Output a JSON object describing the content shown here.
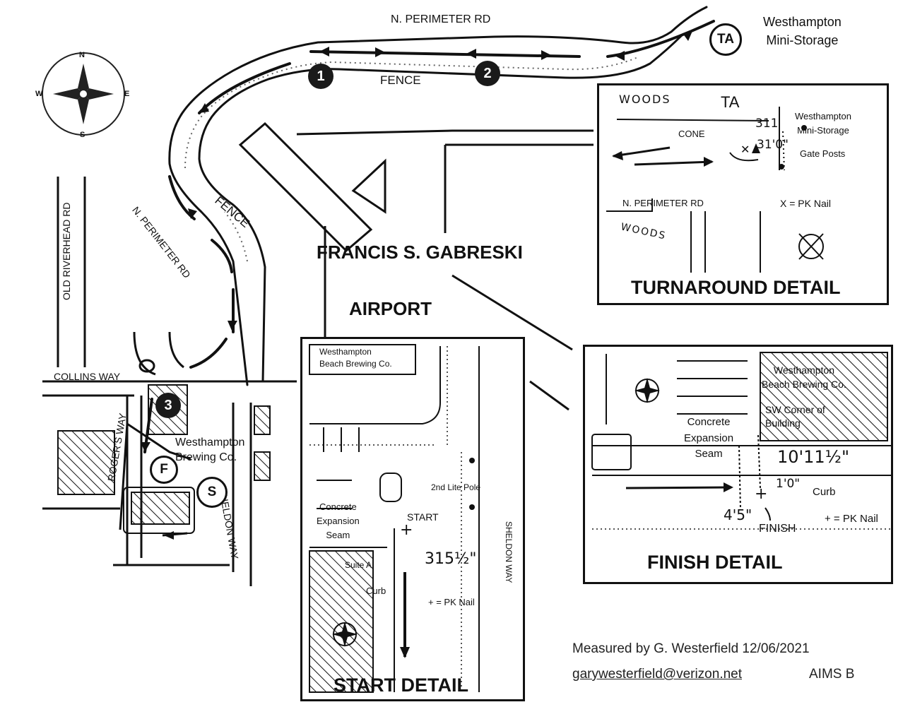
{
  "map": {
    "road_labels": {
      "n_perimeter_top": "N. PERIMETER RD",
      "n_perimeter_diag": "N. PERIMETER RD",
      "old_riverhead": "OLD RIVERHEAD RD",
      "collins_way": "COLLINS WAY",
      "rogers_way": "ROGER'S WAY",
      "sheldon_way": "SHELDON WAY"
    },
    "fence_labels": [
      "FENCE",
      "FENCE"
    ],
    "airport_name_line1": "FRANCIS S. GABRESKI",
    "airport_name_line2": "AIRPORT",
    "westhampton_mini_storage": "Westhampton\nMini-Storage",
    "westhampton_brewing": "Westhampton\nBrewing Co.",
    "compass_letters": {
      "n": "N",
      "s": "S",
      "e": "E",
      "w": "W"
    },
    "markers": {
      "m1": "1",
      "m2": "2",
      "m3": "3",
      "turnaround": "TA",
      "finish": "F",
      "start": "S"
    }
  },
  "turnaround_detail": {
    "title": "TURNAROUND DETAIL",
    "woods_top": "WOODS",
    "ta": "TA",
    "storage": "Westhampton\nMini-Storage",
    "cone": "CONE",
    "m311": "311",
    "m310": "31'0\"",
    "gate_posts": "Gate Posts",
    "road": "N. PERIMETER RD",
    "pk_nail": "X = PK Nail",
    "woods_bottom": "WOODS"
  },
  "start_detail": {
    "title": "START DETAIL",
    "brewing": "Westhampton\nBeach Brewing Co.",
    "lite_pole": "2nd Lite Pole",
    "seam": "Concrete\nExpansion\nSeam",
    "start": "START",
    "distance": "315½\"",
    "suite": "Suite A",
    "curb": "Curb",
    "pk_nail": "+ = PK Nail",
    "road": "SHELDON WAY"
  },
  "finish_detail": {
    "title": "FINISH DETAIL",
    "brewing": "Westhampton\nBeach Brewing Co.",
    "corner": "SW Corner of\nBuilding",
    "seam": "Concrete\nExpansion\nSeam",
    "distance_main": "10'11½\"",
    "distance_curb": "1'0\"",
    "curb": "Curb",
    "distance_side": "4'5\"",
    "finish": "FINISH",
    "pk_nail": "+ = PK Nail"
  },
  "credit": {
    "measured_by": "Measured by G. Westerfield 12/06/2021",
    "email": "garywesterfield@verizon.net",
    "standard": "AIMS B"
  }
}
